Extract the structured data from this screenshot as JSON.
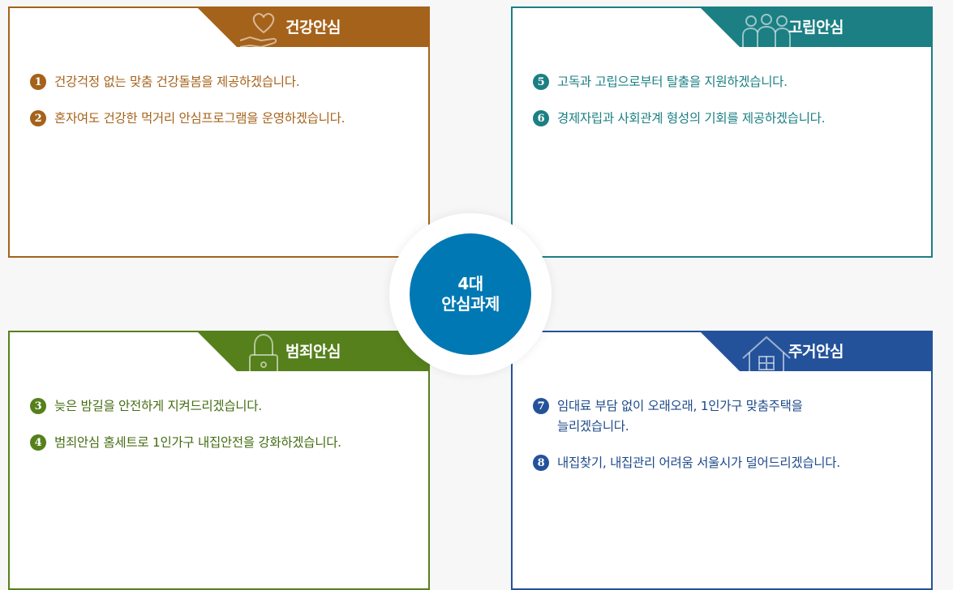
{
  "center": {
    "line1": "4대",
    "line2": "안심과제"
  },
  "cards": [
    {
      "title": "건강안심",
      "icon": "heart-in-hand-icon",
      "color": "#a5621a",
      "items": [
        {
          "num": "1",
          "text": "건강걱정 없는 맞춤 건강돌봄을 제공하겠습니다."
        },
        {
          "num": "2",
          "text": "혼자여도 건강한 먹거리 안심프로그램을 운영하겠습니다."
        }
      ]
    },
    {
      "title": "고립안심",
      "icon": "people-group-icon",
      "color": "#1b7f83",
      "items": [
        {
          "num": "5",
          "text": "고독과 고립으로부터 탈출을 지원하겠습니다."
        },
        {
          "num": "6",
          "text": "경제자립과 사회관계 형성의 기회를 제공하겠습니다."
        }
      ]
    },
    {
      "title": "범죄안심",
      "icon": "padlock-icon",
      "color": "#55801c",
      "items": [
        {
          "num": "3",
          "text": "늦은 밤길을 안전하게 지켜드리겠습니다."
        },
        {
          "num": "4",
          "text": "범죄안심 홈세트로 1인가구 내집안전을 강화하겠습니다."
        }
      ]
    },
    {
      "title": "주거안심",
      "icon": "house-icon",
      "color": "#24529a",
      "items": [
        {
          "num": "7",
          "text": "임대료 부담 없이 오래오래, 1인가구 맞춤주택을\n늘리겠습니다."
        },
        {
          "num": "8",
          "text": "내집찾기, 내집관리 어려움 서울시가 덜어드리겠습니다."
        }
      ]
    }
  ]
}
